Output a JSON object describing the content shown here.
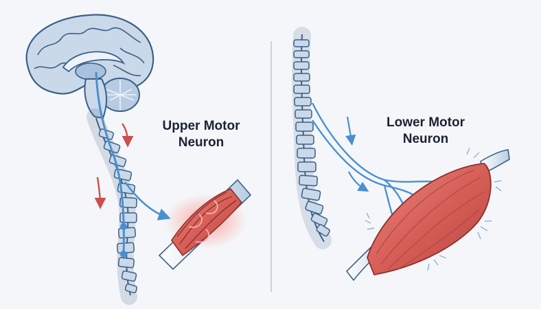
{
  "panels": {
    "upper": {
      "label_line1": "Upper Motor",
      "label_line2": "Neuron"
    },
    "lower": {
      "label_line1": "Lower Motor",
      "label_line2": "Neuron"
    }
  },
  "colors": {
    "background": "#f4f6f9",
    "anatomy_outline": "#3b5f86",
    "anatomy_fill": "#c9d9ea",
    "nerve_blue": "#4a8fd0",
    "muscle_red": "#d9665f",
    "arrow_red": "#c9504d",
    "divider": "#b9c4d2"
  }
}
